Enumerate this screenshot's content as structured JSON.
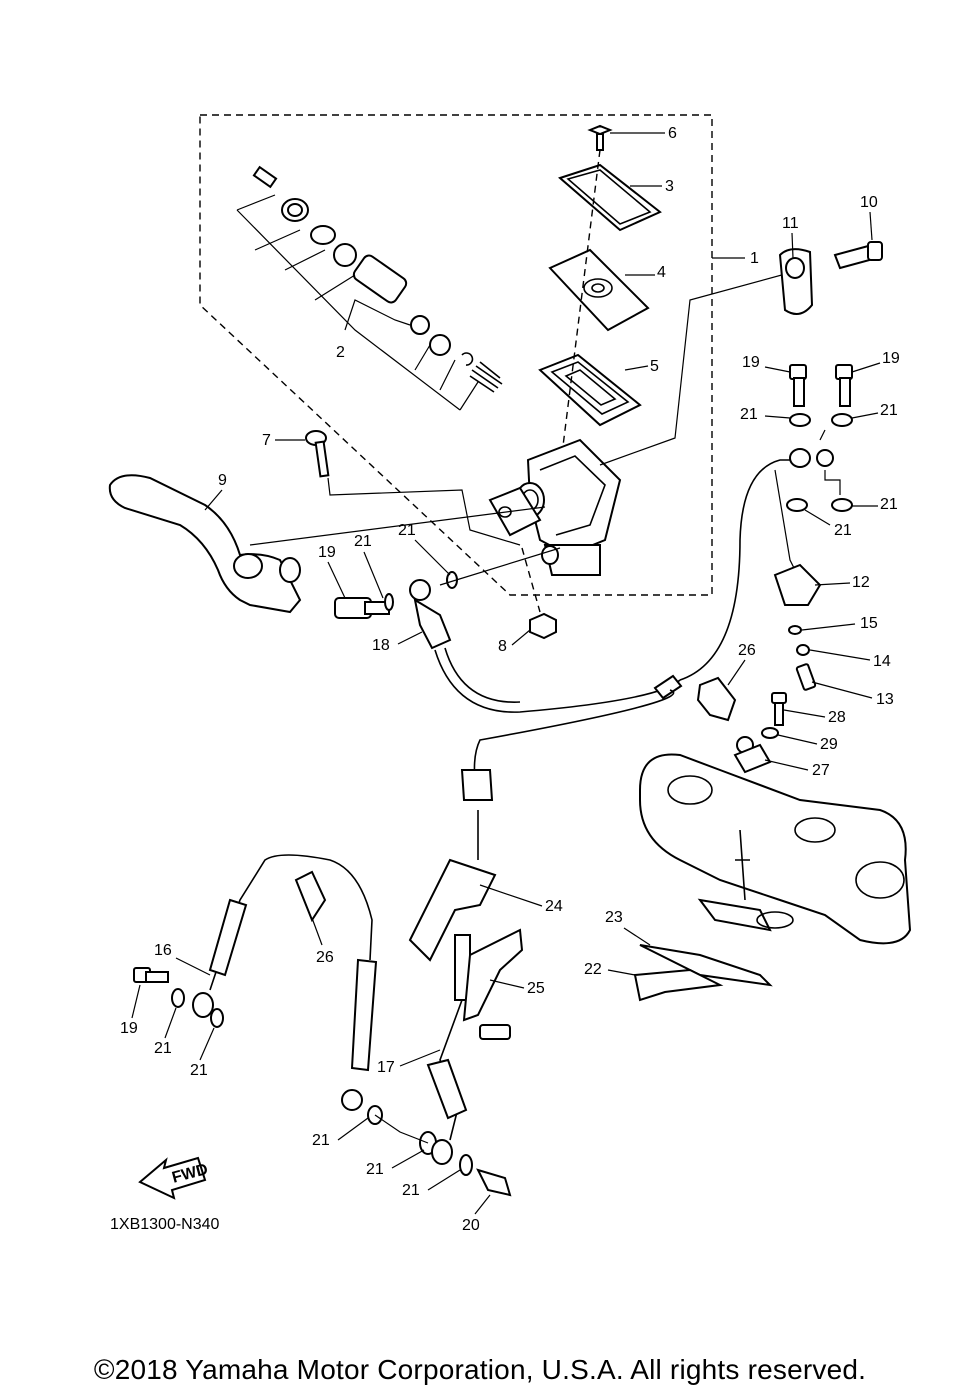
{
  "diagram_code": "1XB1300-N340",
  "fwd_label": "FWD",
  "copyright": "©2018 Yamaha Motor Corporation, U.S.A. All rights reserved.",
  "callouts": {
    "c1": "1",
    "c2": "2",
    "c3": "3",
    "c4": "4",
    "c5": "5",
    "c6": "6",
    "c7": "7",
    "c8": "8",
    "c9": "9",
    "c10": "10",
    "c11": "11",
    "c12": "12",
    "c13": "13",
    "c14": "14",
    "c15": "15",
    "c16": "16",
    "c17": "17",
    "c18": "18",
    "c19a": "19",
    "c19b": "19",
    "c19c": "19",
    "c20": "20",
    "c21a": "21",
    "c21b": "21",
    "c21c": "21",
    "c21d": "21",
    "c21e": "21",
    "c21f": "21",
    "c21g": "21",
    "c21h": "21",
    "c21i": "21",
    "c21j": "21",
    "c22": "22",
    "c23": "23",
    "c24": "24",
    "c25": "25",
    "c26a": "26",
    "c26b": "26",
    "c27": "27",
    "c28": "28",
    "c29": "29"
  }
}
